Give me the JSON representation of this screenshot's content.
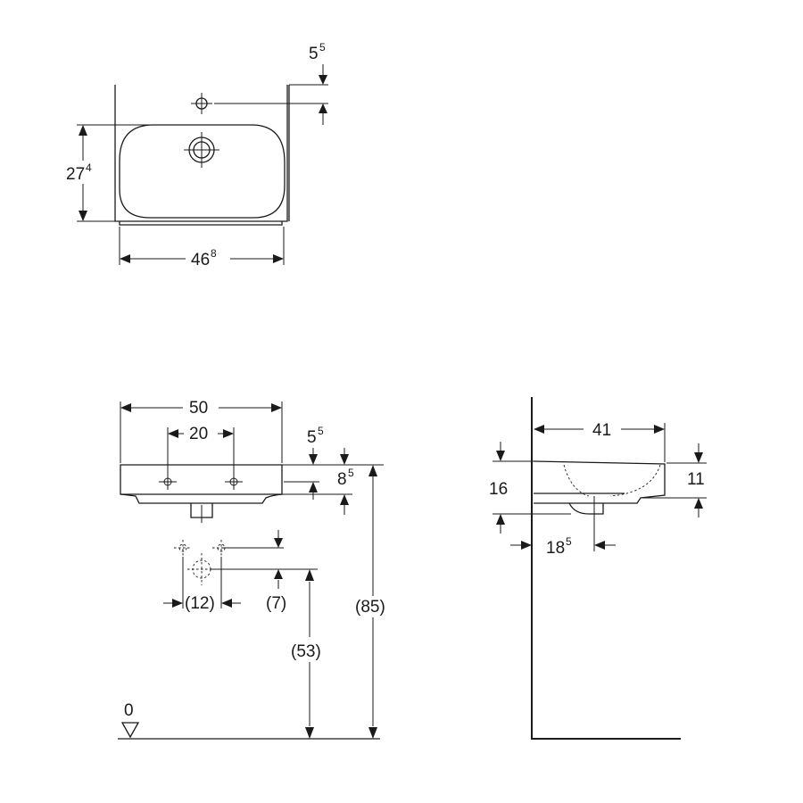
{
  "top_view": {
    "tap_hole_offset": {
      "main": "5",
      "sup": "5"
    },
    "depth": {
      "main": "27",
      "sup": "4"
    },
    "bowl_width": {
      "main": "46",
      "sup": "8"
    }
  },
  "front_view": {
    "overall_width": "50",
    "fixing_spacing": "20",
    "top_offset": {
      "main": "5",
      "sup": "5"
    },
    "fixing_height": {
      "main": "8",
      "sup": "5"
    },
    "waste_spacing": "(12)",
    "waste_offset": "(7)",
    "waste_height": "(53)",
    "rim_height": "(85)",
    "floor_level": "0"
  },
  "side_view": {
    "projection": "41",
    "bowl_depth": "11",
    "total_height": "16",
    "waste_projection": {
      "main": "18",
      "sup": "5"
    }
  }
}
